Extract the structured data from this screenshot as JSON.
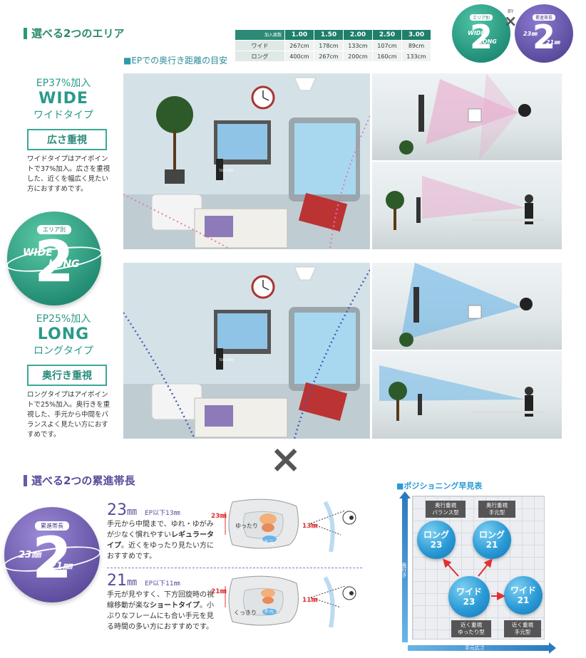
{
  "section1": {
    "title": "選べる2つのエリア",
    "subtitle": "EPでの奥行き距離の目安"
  },
  "table": {
    "corner_label": "加入度数",
    "headers": [
      "1.00",
      "1.50",
      "2.00",
      "2.50",
      "3.00"
    ],
    "rows": [
      {
        "label": "ワイド",
        "values": [
          "267cm",
          "178cm",
          "133cm",
          "107cm",
          "89cm"
        ]
      },
      {
        "label": "ロング",
        "values": [
          "400cm",
          "267cm",
          "200cm",
          "160cm",
          "133cm"
        ]
      }
    ]
  },
  "top_badge": {
    "area_label": "エリア別",
    "area_number": "2",
    "area_wide": "WIDE",
    "area_long": "LONG",
    "by": "BY",
    "times": "×",
    "len_label": "累進帯長",
    "len_number": "2",
    "len_a": "23㎜",
    "len_b": "21㎜"
  },
  "wide": {
    "ep": "EP37%加入",
    "word": "WIDE",
    "type": "ワイドタイプ",
    "box": "広さ重視",
    "desc": "ワイドタイプはアイポイントで37%加入。広さを重視した、近くを幅広く見たい方におすすめです。"
  },
  "area_badge": {
    "label": "エリア別",
    "number": "2",
    "wide": "WIDE",
    "long": "LONG"
  },
  "long": {
    "ep": "EP25%加入",
    "word": "LONG",
    "type": "ロングタイプ",
    "box": "奥行き重視",
    "desc": "ロングタイプはアイポイントで25%加入。奥行きを重視した、手元から中間をバランスよく見たい方におすすめです。"
  },
  "photo_text": {
    "box_label": "TOOL BOX"
  },
  "cross": "×",
  "section2": {
    "title": "選べる2つの累進帯長"
  },
  "len_badge": {
    "label": "累進帯長",
    "number": "2",
    "a": "23㎜",
    "b": "21㎜"
  },
  "len23": {
    "title": "23",
    "unit": "㎜",
    "note": "EP以下13㎜",
    "desc_pre": "手元から中間まで、ゆれ・ゆがみが少なく慣れやすい",
    "desc_bold": "レギュラータイプ",
    "desc_post": "。近くをゆったり見たい方におすすめです。",
    "diagram_height": "23㎜",
    "diagram_depth": "13㎜",
    "diagram_tag": "ゆったり",
    "diagram_hand": "手元"
  },
  "len21": {
    "title": "21",
    "unit": "㎜",
    "note": "EP以下11㎜",
    "desc_pre": "手元が見やすく、下方回旋時の視線移動が楽な",
    "desc_bold": "ショートタイプ",
    "desc_post": "。小ぶりなフレームにも合い手元を見る時間の多い方におすすめです。",
    "diagram_height": "21㎜",
    "diagram_depth": "11㎜",
    "diagram_tag": "くっきり",
    "diagram_hand": "手元"
  },
  "positioning": {
    "title": "ポジショニング早見表",
    "y_axis": "奥行き",
    "x_axis": "手元広さ",
    "labels": {
      "tl": "奥行重視\nバランス型",
      "tr": "奥行重視\n手元型",
      "bl": "近く重視\nゆったり型",
      "br": "近く重視\n手元型"
    },
    "bubbles": {
      "long23": [
        "ロング",
        "23"
      ],
      "long21": [
        "ロング",
        "21"
      ],
      "wide23": [
        "ワイド",
        "23"
      ],
      "wide21": [
        "ワイド",
        "21"
      ]
    }
  },
  "colors": {
    "teal": "#2a9a8a",
    "purple": "#5a4a9a",
    "blue": "#2a9ad6",
    "red": "#e03030"
  }
}
